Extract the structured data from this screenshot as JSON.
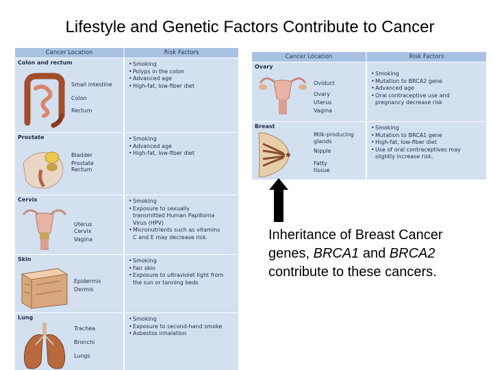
{
  "title": "Lifestyle and Genetic Factors Contribute to Cancer",
  "left_table": {
    "col_location": "Cancer Location",
    "col_risk": "Risk Factors",
    "rows": [
      {
        "location": "Colon and rectum",
        "parts": [
          "Small intestine",
          "Colon",
          "Rectum"
        ],
        "risks": [
          "Smoking",
          "Polyps in the colon",
          "Advanced age",
          "High-fat, low-fiber diet"
        ]
      },
      {
        "location": "Prostate",
        "parts": [
          "Bladder",
          "Prostate",
          "Rectum"
        ],
        "risks": [
          "Smoking",
          "Advanced age",
          "High-fat, low-fiber diet"
        ]
      },
      {
        "location": "Cervix",
        "parts": [
          "Uterus",
          "Cervix",
          "Vagina"
        ],
        "risks": [
          "Smoking",
          "Exposure to sexually",
          "transmitted Human Papilloma",
          "Virus (HPV)",
          "Micronutrients such as vitamins",
          "C and E may decrease risk."
        ]
      },
      {
        "location": "Skin",
        "parts": [
          "Epidermis",
          "Dermis"
        ],
        "risks": [
          "Smoking",
          "Fair skin",
          "Exposure to ultraviolet light from",
          "the sun or tanning beds"
        ]
      },
      {
        "location": "Lung",
        "parts": [
          "Trachea",
          "Bronchi",
          "Lungs"
        ],
        "risks": [
          "Smoking",
          "Exposure to second-hand smoke",
          "Asbestos inhalation"
        ]
      }
    ]
  },
  "right_table": {
    "col_location": "Cancer Location",
    "col_risk": "Risk Factors",
    "rows": [
      {
        "location": "Ovary",
        "parts": [
          "Oviduct",
          "Ovary",
          "Uterus",
          "Vagina"
        ],
        "risks": [
          "Smoking",
          "Mutation to BRCA2 gene",
          "Advanced age",
          "Oral contraceptive use and",
          "pregnancy decrease risk"
        ]
      },
      {
        "location": "Breast",
        "parts": [
          "Milk-producing",
          "glands",
          "Nipple",
          "Fatty",
          "tissue"
        ],
        "risks": [
          "Smoking",
          "Mutation to BRCA1 gene",
          "High-fat, low-fiber diet",
          "Use of oral contraceptives may",
          "slightly increase risk."
        ]
      }
    ]
  },
  "caption": {
    "part1": "Inheritance of Breast Cancer genes, ",
    "gene1": "BRCA1",
    "part2": " and ",
    "gene2": "BRCA2",
    "part3": " contribute to these cancers."
  },
  "colors": {
    "header": "#a9c1e3",
    "cell": "#d3e0f0",
    "text": "#1f2a44"
  }
}
